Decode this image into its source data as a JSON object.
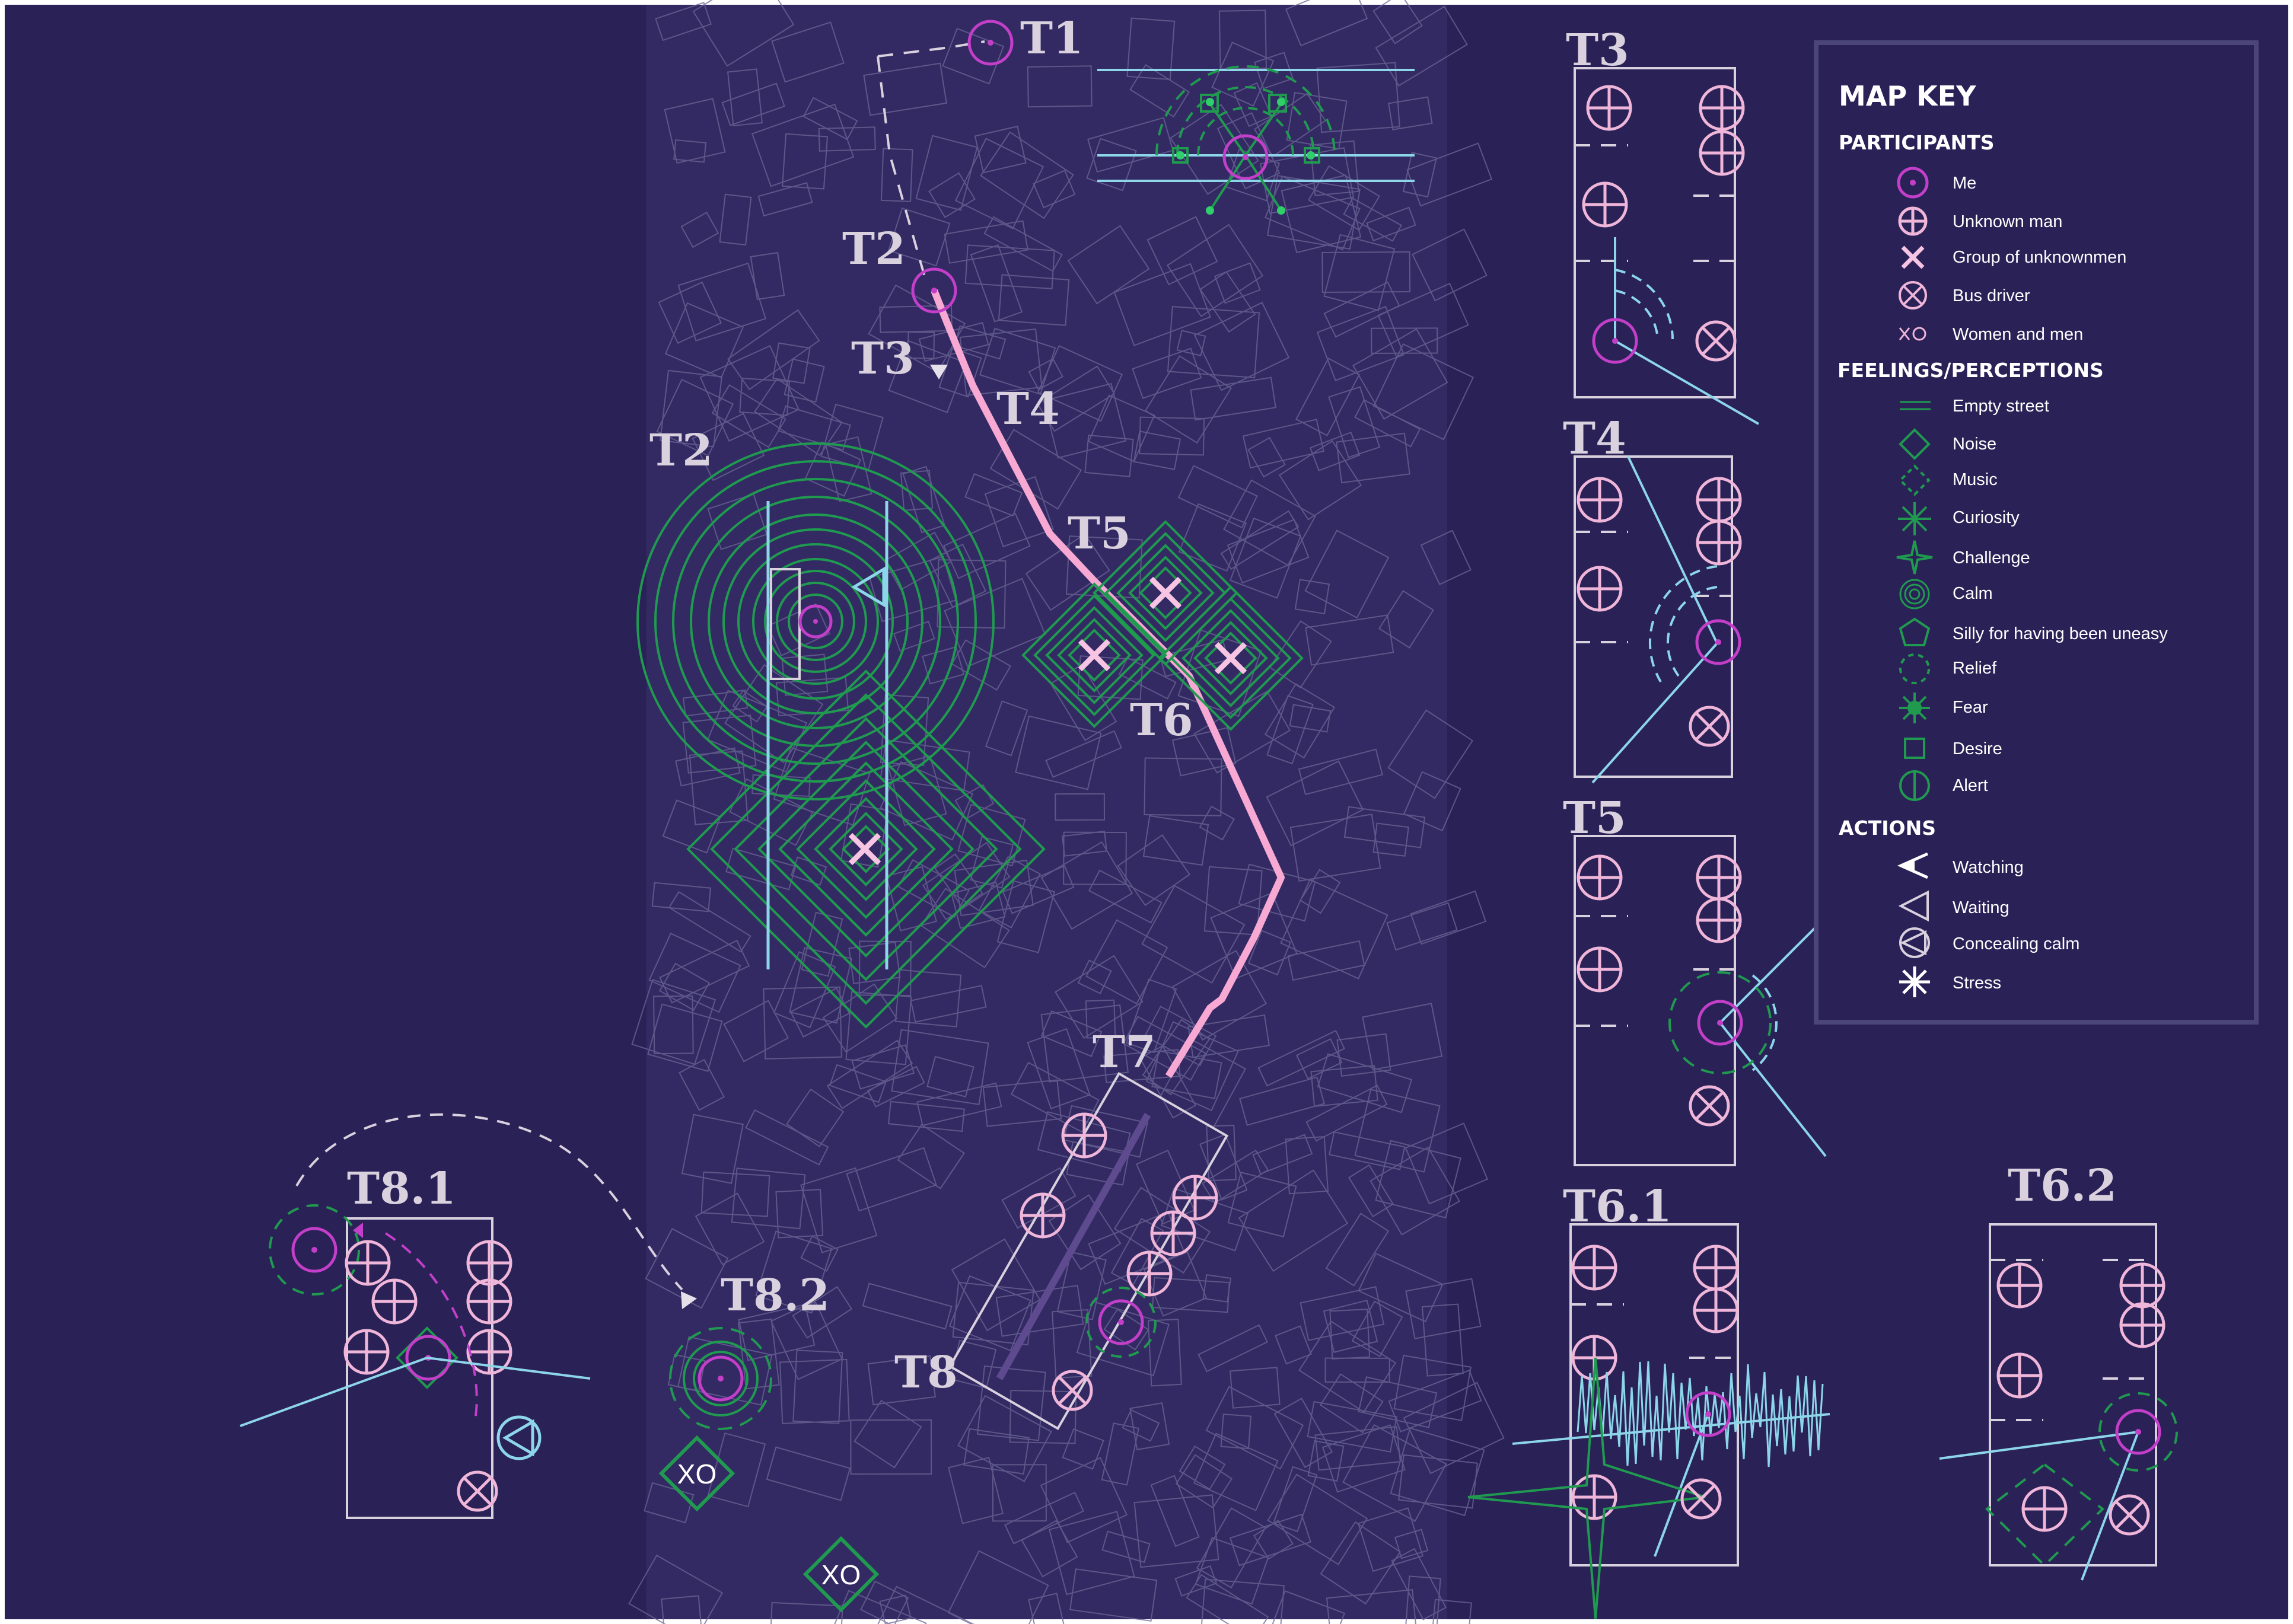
{
  "colors": {
    "background": "#2a2257",
    "map_bg": "#332a63",
    "street_lines": "#6d6796",
    "route": "#f7a8d3",
    "me": "#c43fc9",
    "man": "#f0b6d9",
    "green": "#1f9a4f",
    "cyan": "#8dd6ea",
    "label": "#d9d1de",
    "key_border": "#4c4579"
  },
  "labels": {
    "t1": "T1",
    "t2_route": "T2",
    "t3_route": "T3",
    "t4_route": "T4",
    "t5_route": "T5",
    "t6_route": "T6",
    "t7_route": "T7",
    "t8_route": "T8",
    "t2_big": "T2",
    "t81": "T8.1",
    "t82": "T8.2",
    "t3_panel": "T3",
    "t4_panel": "T4",
    "t5_panel": "T5",
    "t61_panel": "T6.1",
    "t62_panel": "T6.2",
    "xo1": "XO",
    "xo2": "XO"
  },
  "key": {
    "title": "MAP KEY",
    "participants_title": "PARTICIPANTS",
    "participants": [
      {
        "label": "Me",
        "icon": "me-icon"
      },
      {
        "label": "Unknown man",
        "icon": "unknown-man-icon"
      },
      {
        "label": "Group of unknownmen",
        "icon": "group-icon"
      },
      {
        "label": "Bus driver",
        "icon": "bus-driver-icon"
      },
      {
        "label": "Women and men",
        "icon": "women-and-men-icon"
      }
    ],
    "feelings_title": "FEELINGS/PERCEPTIONS",
    "feelings": [
      {
        "label": "Empty street",
        "icon": "empty-street-icon"
      },
      {
        "label": "Noise",
        "icon": "noise-icon"
      },
      {
        "label": "Music",
        "icon": "music-icon"
      },
      {
        "label": "Curiosity",
        "icon": "curiosity-icon"
      },
      {
        "label": "Challenge",
        "icon": "challenge-icon"
      },
      {
        "label": "Calm",
        "icon": "calm-icon"
      },
      {
        "label": "Silly for having been uneasy",
        "icon": "silly-icon"
      },
      {
        "label": "Relief",
        "icon": "relief-icon"
      },
      {
        "label": "Fear",
        "icon": "fear-icon"
      },
      {
        "label": "Desire",
        "icon": "desire-icon"
      },
      {
        "label": "Alert",
        "icon": "alert-icon"
      }
    ],
    "actions_title": "ACTIONS",
    "actions": [
      {
        "label": "Watching",
        "icon": "watching-icon"
      },
      {
        "label": "Waiting",
        "icon": "waiting-icon"
      },
      {
        "label": "Concealing calm",
        "icon": "concealing-calm-icon"
      },
      {
        "label": "Stress",
        "icon": "stress-icon"
      }
    ]
  }
}
